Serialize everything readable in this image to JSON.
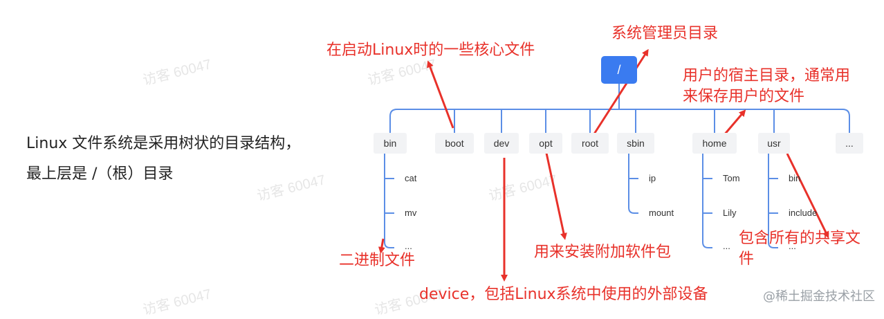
{
  "intro": {
    "line1": "Linux 文件系统是采用树状的目录结构，",
    "line2": "最上层是 /（根）目录"
  },
  "tree": {
    "root": "/",
    "dirs": [
      "bin",
      "boot",
      "dev",
      "opt",
      "root",
      "sbin",
      "home",
      "usr",
      "..."
    ],
    "bin_children": [
      "cat",
      "mv",
      "..."
    ],
    "sbin_children": [
      "ip",
      "mount"
    ],
    "home_children": [
      "Tom",
      "Lily",
      "..."
    ],
    "usr_children": [
      "bin",
      "include",
      "..."
    ]
  },
  "annotations": {
    "boot": "在启动Linux时的一些核心文件",
    "root": "系统管理员目录",
    "home_line1": "用户的宿主目录，通常用",
    "home_line2": "来保存用户的文件",
    "bin": "二进制文件",
    "opt": "用来安装附加软件包",
    "usr_line1": "包含所有的共享文",
    "usr_line2": "件",
    "dev": "device，包括Linux系统中使用的外部设备"
  },
  "watermark": "访客 60047",
  "credit": "@稀土掘金技术社区",
  "colors": {
    "root_box": "#3a7bf0",
    "tree_line": "#5b8ee6",
    "annotation": "#e8312a",
    "dir_box": "#f2f3f5"
  }
}
